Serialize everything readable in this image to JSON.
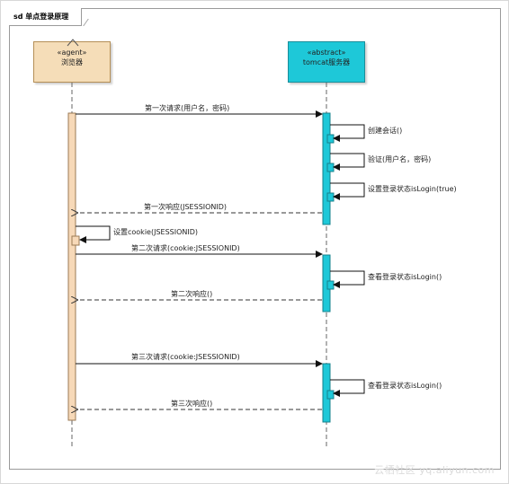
{
  "frame": {
    "title": "sd 单点登录原理"
  },
  "lifelines": {
    "agent": {
      "stereotype": "«agent»",
      "name": "浏览器"
    },
    "server": {
      "stereotype": "«abstract»",
      "name": "tomcat服务器"
    }
  },
  "messages": {
    "m1": "第一次请求(用户名，密码)",
    "m2": "创建会话()",
    "m3": "验证(用户名，密码)",
    "m4": "设置登录状态isLogin(true)",
    "m5": "第一次响应(JSESSIONID)",
    "m6": "设置cookie(JSESSIONID)",
    "m7": "第二次请求(cookie:JSESSIONID)",
    "m8": "查看登录状态isLogin()",
    "m9": "第二次响应()",
    "m10": "第三次请求(cookie:JSESSIONID)",
    "m11": "查看登录状态isLogin()",
    "m12": "第三次响应()"
  },
  "watermark": "云栖社区 yq.aliyun.com",
  "colors": {
    "agent_fill": "#f5ddb8",
    "server_fill": "#1ec8d8"
  }
}
